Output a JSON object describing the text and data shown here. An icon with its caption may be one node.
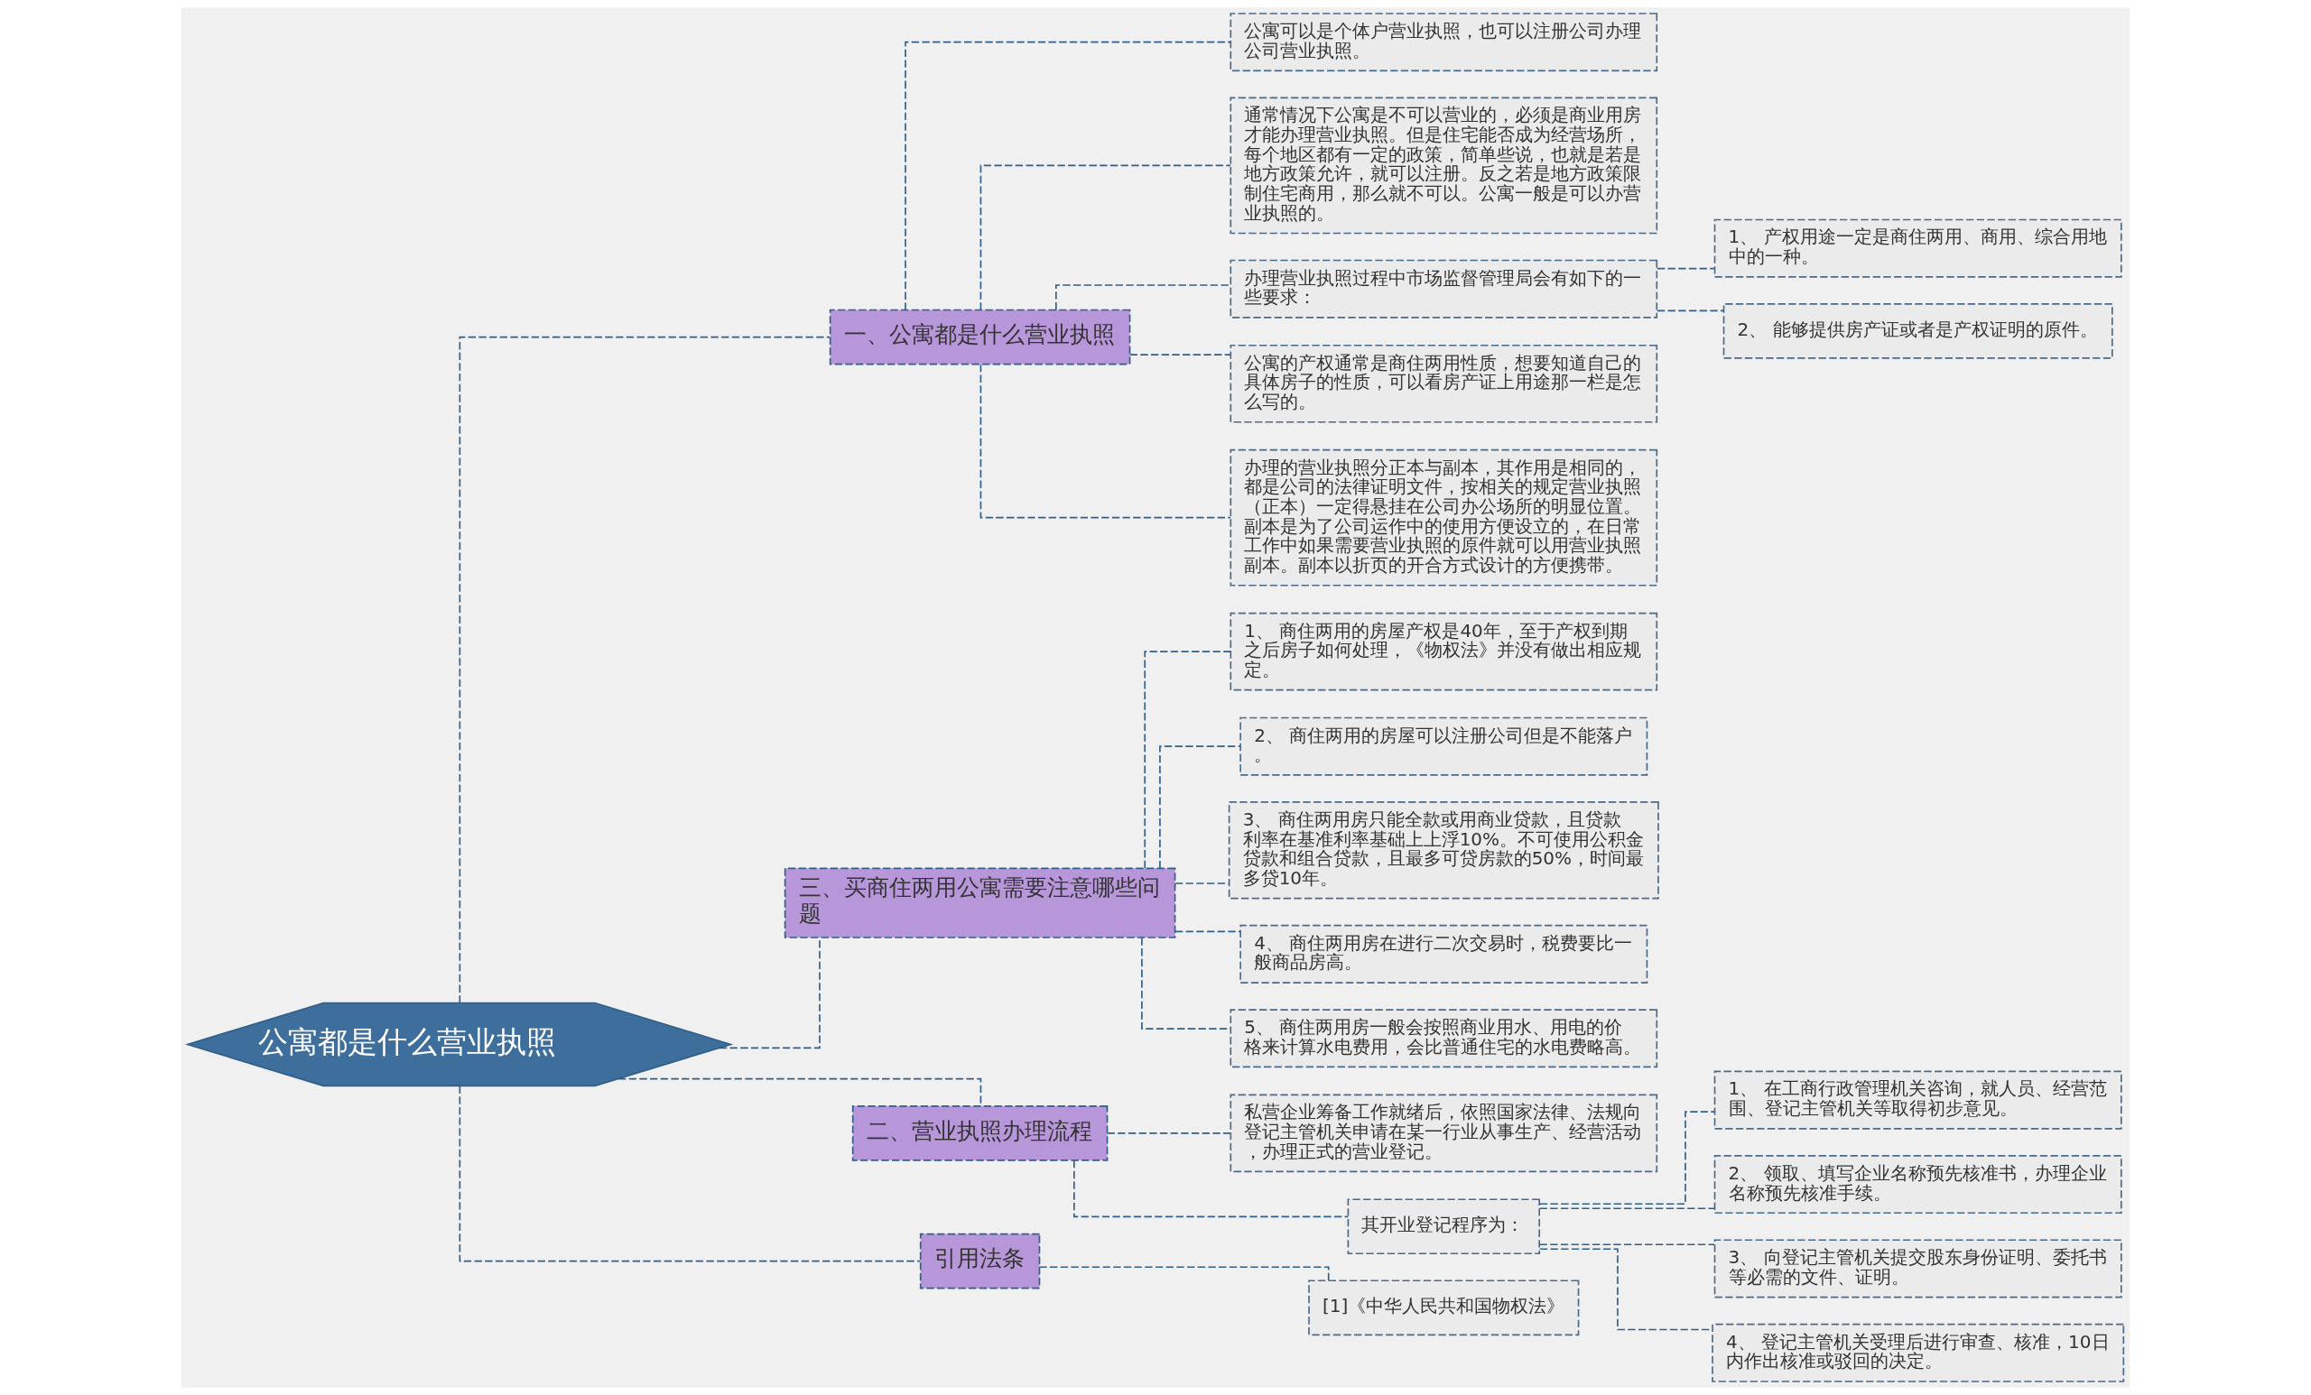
{
  "diagram": {
    "nodes": [
      {
        "text": [
          "公寓都是什么营业执照"
        ]
      },
      {
        "text": [
          "一、公寓都是什么营业执照"
        ]
      },
      {
        "text": [
          "公寓可以是个体户营业执照，也可以注册公司办理公司营业执照。"
        ]
      },
      {
        "text": [
          "通常情况下公寓是不可以营业的，必须是商业用房才能办理营业执照。但是住宅能否成为经营场所，每个地区都有一定的政策，简单些说，也就是若是地方政策允许，就可以注册。反之若是地方政策限制住宅商用，那么就不可以。公寓一般是可以办营业执照的。"
        ]
      },
      {
        "text": [
          "办理营业执照过程中市场监督管理局会有如下的一些要求："
        ]
      },
      {
        "text": [
          "1、 产权用途一定是商住两用、商用、综合用地中的一种。"
        ]
      },
      {
        "text": [
          "2、 能够提供房产证或者是产权证明的原件。"
        ]
      },
      {
        "text": [
          "公寓的产权通常是商住两用性质，想要知道自己的具体房子的性质，可以看房产证上用途那一栏是怎么写的。"
        ]
      },
      {
        "text": [
          "办理的营业执照分正本与副本，其作用是相同的，都是公司的法律证明文件，按相关的规定营业执照（正本）一定得悬挂在公司办公场所的明显位置。副本是为了公司运作中的使用方便设立的，在日常工作中如果需要营业执照的原件就可以用营业执照副本。副本以折页的开合方式设计的方便携带。"
        ]
      },
      {
        "text": [
          "三、买商住两用公寓需要注意哪些问题"
        ]
      },
      {
        "text": [
          "1、 商住两用的房屋产权是40年，至于产权到期之后房子如何处理，《物权法》并没有做出相应规定。"
        ]
      },
      {
        "text": [
          "2、 商住两用的房屋可以注册公司但是不能落户。"
        ]
      },
      {
        "text": [
          "3、 商住两用房只能全款或用商业贷款，且贷款利率在基准利率基础上上浮10%。不可使用公积金贷款和组合贷款，且最多可贷房款的50%，时间最多贷10年。"
        ]
      },
      {
        "text": [
          "4、 商住两用房在进行二次交易时，税费要比一般商品房高。"
        ]
      },
      {
        "text": [
          "5、 商住两用房一般会按照商业用水、用电的价格来计算水电费用，会比普通住宅的水电费略高。"
        ]
      },
      {
        "text": [
          "二、营业执照办理流程"
        ]
      },
      {
        "text": [
          "私营企业筹备工作就绪后，依照国家法律、法规向登记主管机关申请在某一行业从事生产、经营活动，办理正式的营业登记。"
        ]
      },
      {
        "text": [
          "其开业登记程序为："
        ]
      },
      {
        "text": [
          "1、 在工商行政管理机关咨询，就人员、经营范围、登记主管机关等取得初步意见。"
        ]
      },
      {
        "text": [
          "2、 领取、填写企业名称预先核准书，办理企业名称预先核准手续。"
        ]
      },
      {
        "text": [
          "3、 向登记主管机关提交股东身份证明、委托书等必需的文件、证明。"
        ]
      },
      {
        "text": [
          "4、 登记主管机关受理后进行审查、核准，10日内作出核准或驳回的决定。"
        ]
      },
      {
        "text": [
          "引用法条"
        ]
      },
      {
        "text": [
          "[1]《中华人民共和国物权法》"
        ]
      }
    ],
    "edges": [
      {
        "from": 0,
        "to": 1,
        "arrow": "none",
        "style": "dashed"
      },
      {
        "from": 1,
        "to": 2,
        "arrow": "none",
        "style": "dashed"
      },
      {
        "from": 1,
        "to": 3,
        "arrow": "none",
        "style": "dashed"
      },
      {
        "from": 1,
        "to": 4,
        "arrow": "none",
        "style": "dashed"
      },
      {
        "from": 4,
        "to": 5,
        "arrow": "none",
        "style": "dashed"
      },
      {
        "from": 4,
        "to": 6,
        "arrow": "none",
        "style": "dashed"
      },
      {
        "from": 1,
        "to": 7,
        "arrow": "none",
        "style": "dashed"
      },
      {
        "from": 1,
        "to": 8,
        "arrow": "none",
        "style": "dashed"
      },
      {
        "from": 0,
        "to": 9,
        "arrow": "none",
        "style": "dashed"
      },
      {
        "from": 9,
        "to": 10,
        "arrow": "none",
        "style": "dashed"
      },
      {
        "from": 9,
        "to": 11,
        "arrow": "none",
        "style": "dashed"
      },
      {
        "from": 9,
        "to": 12,
        "arrow": "none",
        "style": "dashed"
      },
      {
        "from": 9,
        "to": 13,
        "arrow": "none",
        "style": "dashed"
      },
      {
        "from": 9,
        "to": 14,
        "arrow": "none",
        "style": "dashed"
      },
      {
        "from": 0,
        "to": 15,
        "arrow": "none",
        "style": "dashed"
      },
      {
        "from": 15,
        "to": 16,
        "arrow": "none",
        "style": "dashed"
      },
      {
        "from": 15,
        "to": 17,
        "arrow": "none",
        "style": "dashed"
      },
      {
        "from": 17,
        "to": 18,
        "arrow": "none",
        "style": "dashed"
      },
      {
        "from": 17,
        "to": 19,
        "arrow": "none",
        "style": "dashed"
      },
      {
        "from": 17,
        "to": 20,
        "arrow": "none",
        "style": "dashed"
      },
      {
        "from": 17,
        "to": 21,
        "arrow": "none",
        "style": "dashed"
      },
      {
        "from": 0,
        "to": 22,
        "arrow": "none",
        "style": "dashed"
      },
      {
        "from": 22,
        "to": 23,
        "arrow": "none",
        "style": "dashed"
      }
    ]
  }
}
